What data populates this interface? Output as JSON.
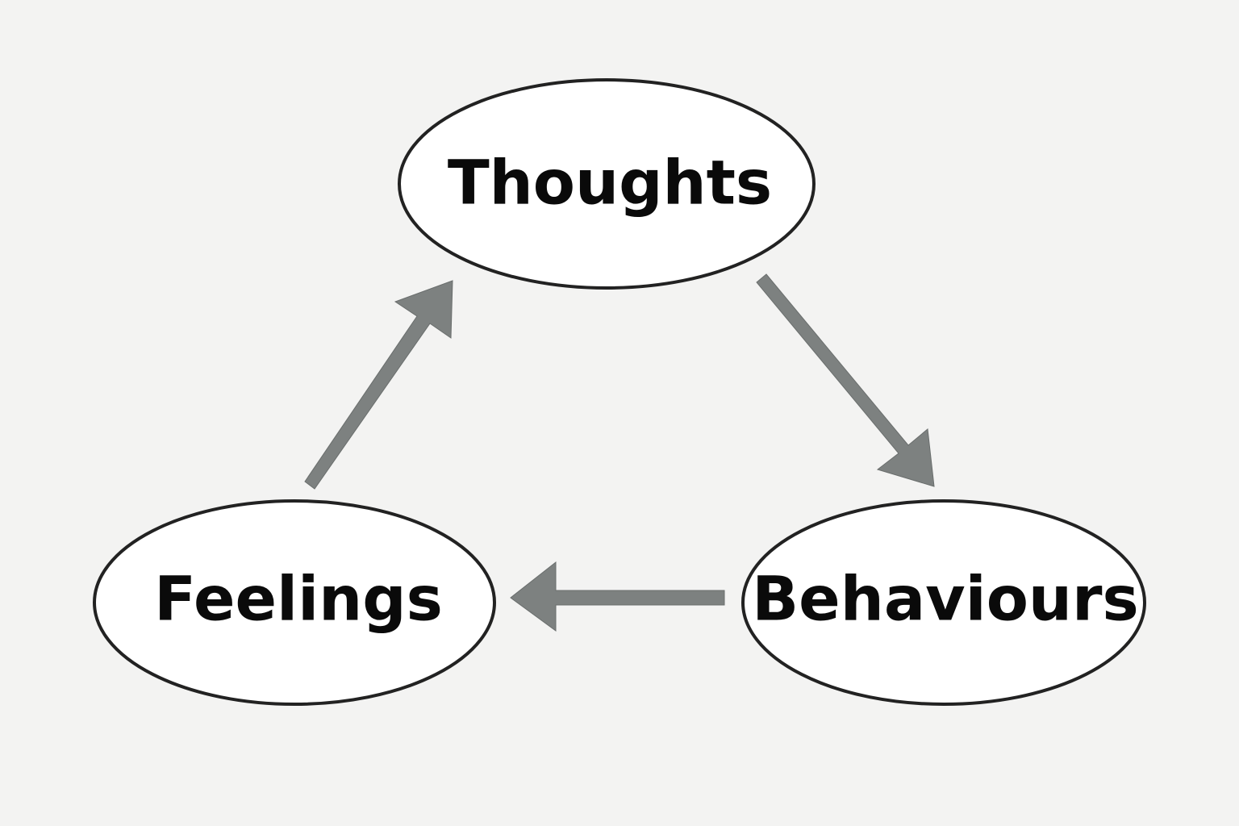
{
  "diagram": {
    "title": "Thoughts–Behaviours–Feelings cycle",
    "colors": {
      "background": "#f3f3f2",
      "node_fill": "#ffffff",
      "node_stroke": "#222222",
      "label_text": "#0a0a0a",
      "arrow_fill": "#7d8180"
    },
    "nodes": [
      {
        "id": "thoughts",
        "label": "Thoughts"
      },
      {
        "id": "behaviours",
        "label": "Behaviours"
      },
      {
        "id": "feelings",
        "label": "Feelings"
      }
    ],
    "edges": [
      {
        "from": "thoughts",
        "to": "behaviours"
      },
      {
        "from": "behaviours",
        "to": "feelings"
      },
      {
        "from": "feelings",
        "to": "thoughts"
      }
    ]
  }
}
